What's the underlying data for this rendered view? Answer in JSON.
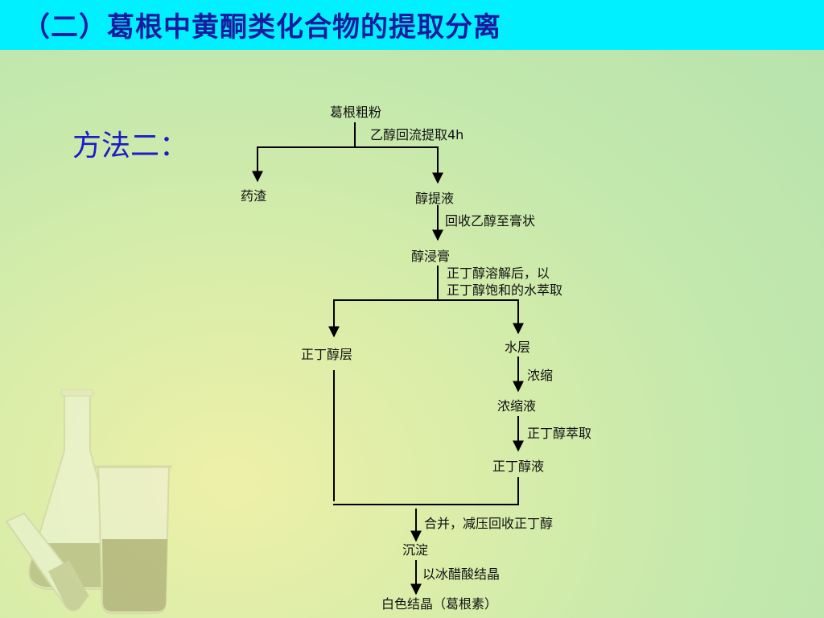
{
  "title": "（二）葛根中黄酮类化合物的提取分离",
  "method_label": "方法二：",
  "flow": {
    "n_start": "葛根粗粉",
    "s_ethanol_reflux": "乙醇回流提取4h",
    "n_residue": "药渣",
    "n_alcohol_extract": "醇提液",
    "s_recover_ethanol": "回收乙醇至膏状",
    "n_alcohol_paste": "醇浸膏",
    "s_dissolve_line1": "正丁醇溶解后，以",
    "s_dissolve_line2": "正丁醇饱和的水萃取",
    "n_butanol_layer": "正丁醇层",
    "n_water_layer": "水层",
    "s_concentrate": "浓缩",
    "n_concentrate": "浓缩液",
    "s_butanol_extract": "正丁醇萃取",
    "n_butanol_solution": "正丁醇液",
    "s_combine": "合并，减压回收正丁醇",
    "n_precipitate": "沉淀",
    "s_glacial_acetic": "以冰醋酸结晶",
    "n_final": "白色结晶（葛根素）"
  }
}
